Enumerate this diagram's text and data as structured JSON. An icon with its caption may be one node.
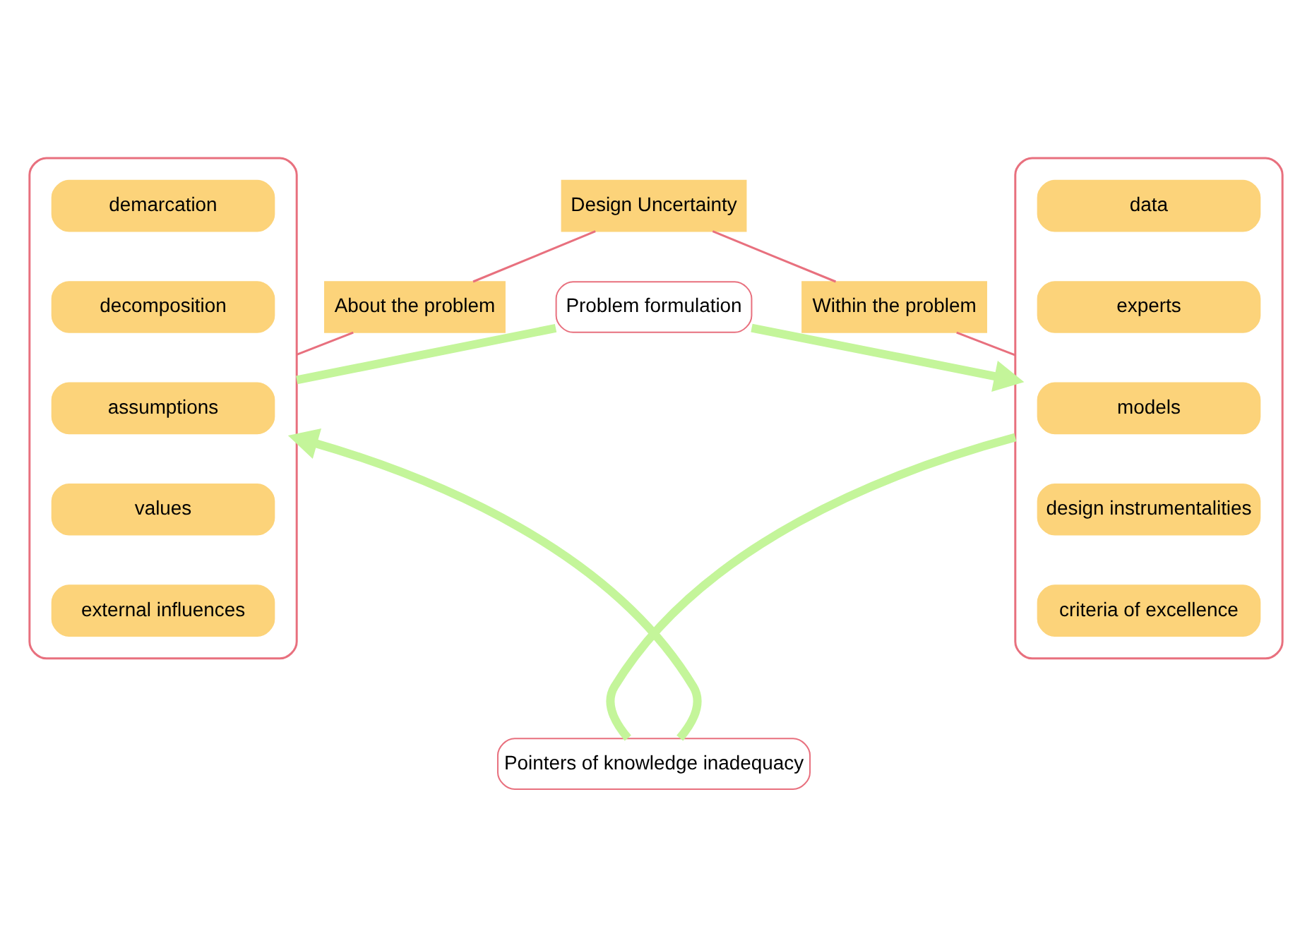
{
  "diagram": {
    "nodes": [
      {
        "text": [
          "Design Uncertainty"
        ]
      },
      {
        "text": [
          "About the problem"
        ]
      },
      {
        "text": [
          "Within the problem"
        ]
      },
      {
        "text": [],
        "shape": "box"
      },
      {
        "text": [
          "demarcation"
        ],
        "in": 3
      },
      {
        "text": [
          "decomposition"
        ],
        "in": 3
      },
      {
        "text": [
          "assumptions"
        ],
        "in": 3
      },
      {
        "text": [
          "values"
        ],
        "in": 3
      },
      {
        "text": [
          "external influences"
        ],
        "in": 3
      },
      {
        "text": [],
        "shape": "box"
      },
      {
        "text": [
          "data"
        ],
        "in": 9
      },
      {
        "text": [
          "experts"
        ],
        "in": 9
      },
      {
        "text": [
          "models"
        ],
        "in": 9
      },
      {
        "text": [
          "design instrumentalities"
        ],
        "in": 9
      },
      {
        "text": [
          "criteria of excellence"
        ],
        "in": 9
      },
      {
        "text": [
          "Problem formulation"
        ]
      },
      {
        "text": [
          "Pointers of knowledge inadequacy"
        ]
      }
    ],
    "edges": [
      {
        "from": 0,
        "to": 1,
        "arrow": "none"
      },
      {
        "from": 0,
        "to": 2,
        "arrow": "none"
      },
      {
        "from": 1,
        "to": 3,
        "arrow": "none"
      },
      {
        "from": 2,
        "to": 9,
        "arrow": "none"
      },
      {
        "from": 3,
        "to": 15,
        "arrow": "none",
        "style": "thick",
        "color": "#c4f59a"
      },
      {
        "from": 15,
        "to": 9,
        "arrow": "to",
        "style": "thick",
        "color": "#c4f59a"
      },
      {
        "from": 9,
        "to": 16,
        "arrow": "none",
        "style": "thick",
        "color": "#c4f59a"
      },
      {
        "from": 16,
        "to": 3,
        "arrow": "to",
        "style": "thick",
        "color": "#c4f59a"
      }
    ]
  }
}
